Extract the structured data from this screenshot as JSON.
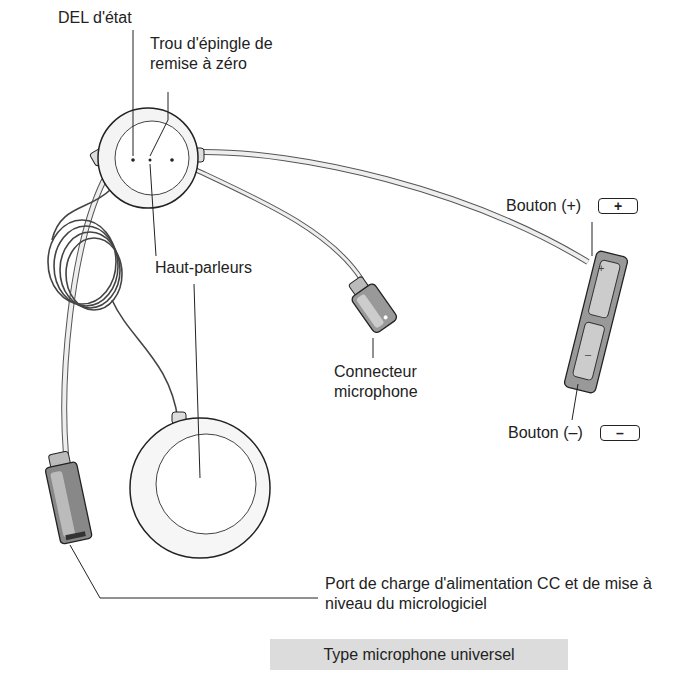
{
  "diagram": {
    "caption": "Type microphone universel",
    "labels": [
      "DEL d'état",
      "Trou d'épingle de remise à zéro",
      "Haut-parleurs",
      "Bouton (+)",
      "+",
      "+",
      "Connecteur microphone",
      "Bouton (–)",
      "–",
      "–",
      "Port de charge d'alimentation CC et de mise à niveau du micrologiciel"
    ]
  }
}
